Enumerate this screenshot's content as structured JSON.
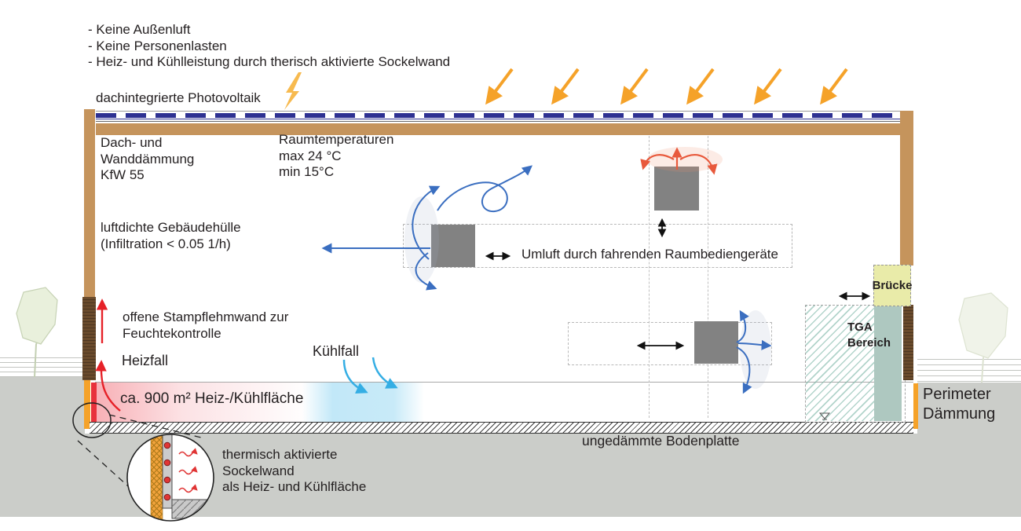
{
  "annotations": {
    "bullet_notes": "- Keine Außenluft\n- Keine Personenlasten\n- Heiz- und Kühlleistung durch therisch aktivierte Sockelwand",
    "pv_label": "dachintegrierte Photovoltaik",
    "roof_wall_insulation": "Dach- und\nWanddämmung\nKfW 55",
    "room_temperatures": "Raumtemperaturen\nmax 24 °C\nmin 15°C",
    "airtight_envelope": "luftdichte Gebäudehülle\n(Infiltration < 0.05 1/h)",
    "rammed_earth_wall": "offene Stampflehmwand zur\nFeuchtekontrolle",
    "heating_case": "Heizfall",
    "cooling_case": "Kühlfall",
    "heating_area": "ca. 900 m² Heiz-/Kühlfläche",
    "recirculation": "Umluft durch fahrenden Raumbediengeräte",
    "floor_slab": "ungedämmte Bodenplatte",
    "bridge": "Brücke",
    "tga_area": "TGA\nBereich",
    "perimeter_insulation": "Perimeter\nDämmung",
    "socket_wall_detail": "thermisch aktivierte\nSockelwand\nals Heiz- und Kühlfläche"
  },
  "colors": {
    "wood_tan": "#c5945c",
    "rammed_earth_brown": "#6a4b2c",
    "pv_navy": "#2e3192",
    "sun_orange": "#f5a229",
    "heat_red": "#e62128",
    "warm_arrow_orange_red": "#e8593c",
    "air_blue": "#3a6ec0",
    "cool_light_blue": "#35aee4",
    "device_gray": "#828282",
    "ground_gray": "#cbcdc9",
    "tga_teal": "#aec8c0",
    "bridge_yellow": "#e9eba9"
  }
}
